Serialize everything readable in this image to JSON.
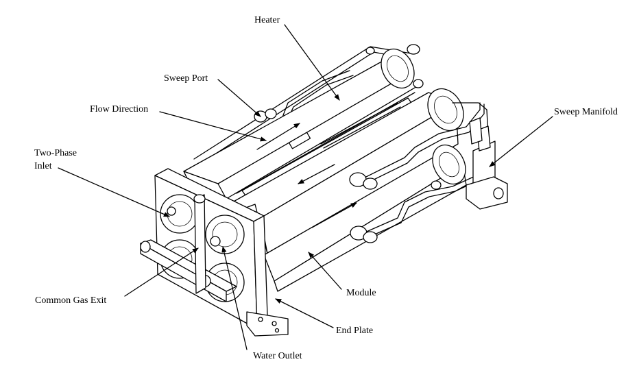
{
  "labels": {
    "heater": "Heater",
    "sweep_port": "Sweep Port",
    "flow_direction": "Flow Direction",
    "two_phase_inlet_line1": "Two-Phase",
    "two_phase_inlet_line2": "Inlet",
    "sweep_manifold": "Sweep Manifold",
    "module": "Module",
    "common_gas_exit": "Common Gas Exit",
    "end_plate": "End Plate",
    "water_outlet": "Water Outlet"
  }
}
